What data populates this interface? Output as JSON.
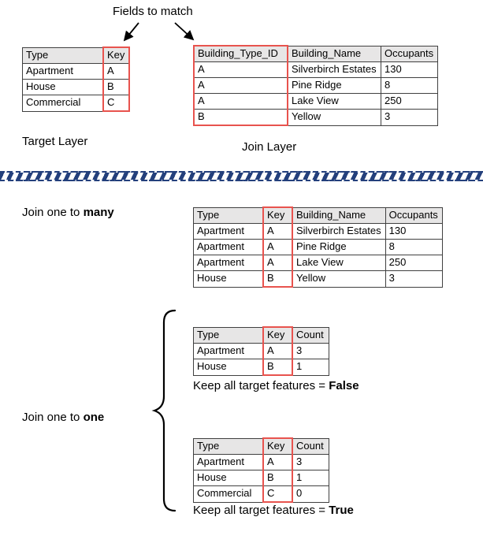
{
  "colors": {
    "highlight": "#e8534e",
    "header_bg": "#e7e6e6",
    "divider": "#24407c"
  },
  "fields_to_match_label": "Fields to match",
  "target_layer": {
    "label": "Target Layer",
    "highlight_col": 1,
    "columns": [
      "Type",
      "Key"
    ],
    "rows": [
      [
        "Apartment",
        "A"
      ],
      [
        "House",
        "B"
      ],
      [
        "Commercial",
        "C"
      ]
    ]
  },
  "join_layer": {
    "label": "Join Layer",
    "highlight_col": 0,
    "columns": [
      "Building_Type_ID",
      "Building_Name",
      "Occupants"
    ],
    "rows": [
      [
        "A",
        "Silverbirch Estates",
        "130"
      ],
      [
        "A",
        "Pine Ridge",
        "8"
      ],
      [
        "A",
        "Lake View",
        "250"
      ],
      [
        "B",
        "Yellow",
        "3"
      ]
    ]
  },
  "one_to_many": {
    "label_prefix": "Join one to ",
    "label_bold": "many",
    "table": {
      "highlight_col": 1,
      "columns": [
        "Type",
        "Key",
        "Building_Name",
        "Occupants"
      ],
      "rows": [
        [
          "Apartment",
          "A",
          "Silverbirch Estates",
          "130"
        ],
        [
          "Apartment",
          "A",
          "Pine Ridge",
          "8"
        ],
        [
          "Apartment",
          "A",
          "Lake View",
          "250"
        ],
        [
          "House",
          "B",
          "Yellow",
          "3"
        ]
      ]
    }
  },
  "one_to_one": {
    "label_prefix": "Join one to ",
    "label_bold": "one",
    "tables": [
      {
        "highlight_col": 1,
        "columns": [
          "Type",
          "Key",
          "Count"
        ],
        "rows": [
          [
            "Apartment",
            "A",
            "3"
          ],
          [
            "House",
            "B",
            "1"
          ]
        ],
        "caption_prefix": "Keep all target features = ",
        "caption_bold": "False"
      },
      {
        "highlight_col": 1,
        "columns": [
          "Type",
          "Key",
          "Count"
        ],
        "rows": [
          [
            "Apartment",
            "A",
            "3"
          ],
          [
            "House",
            "B",
            "1"
          ],
          [
            "Commercial",
            "C",
            "0"
          ]
        ],
        "caption_prefix": "Keep all target features = ",
        "caption_bold": "True"
      }
    ]
  }
}
